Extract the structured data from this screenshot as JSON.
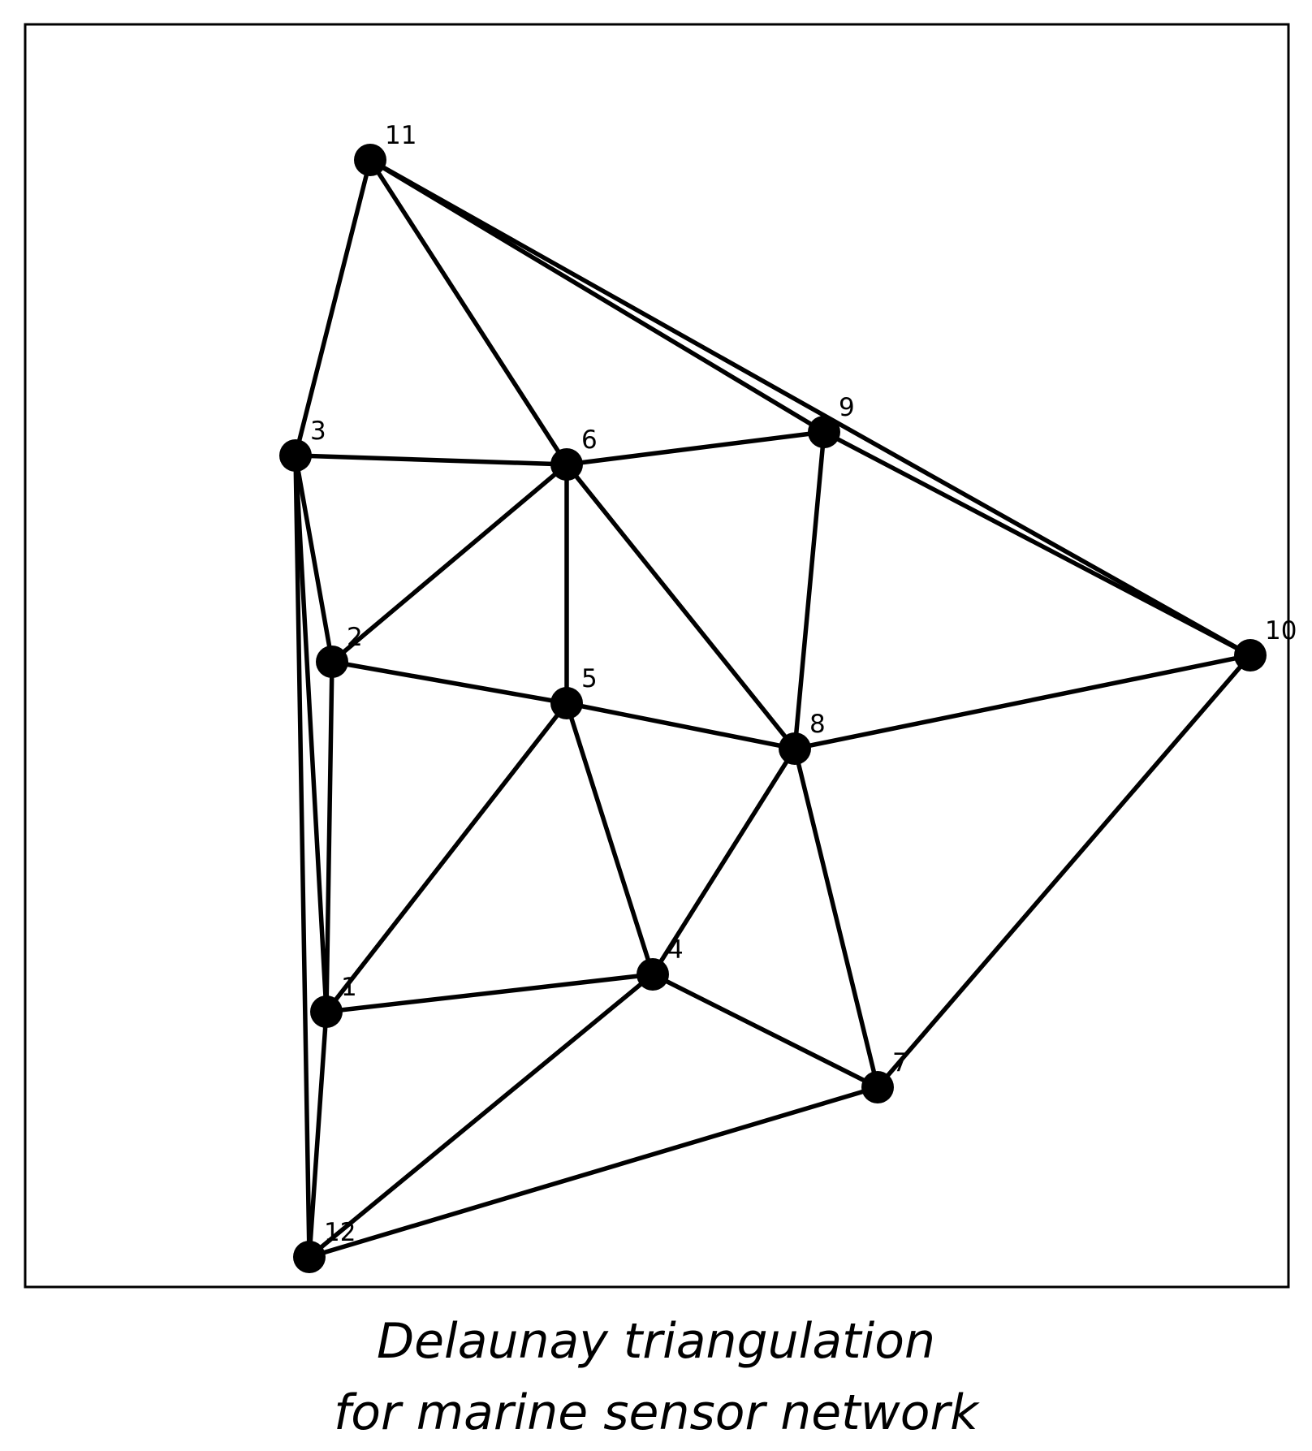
{
  "caption": {
    "line1": "Delaunay triangulation",
    "line2": "for marine sensor network"
  },
  "colors": {
    "edge": "#000000",
    "node": "#000000",
    "frame": "#000000",
    "background": "#ffffff"
  },
  "nodes": [
    {
      "id": "1",
      "label": "1"
    },
    {
      "id": "2",
      "label": "2"
    },
    {
      "id": "3",
      "label": "3"
    },
    {
      "id": "4",
      "label": "4"
    },
    {
      "id": "5",
      "label": "5"
    },
    {
      "id": "6",
      "label": "6"
    },
    {
      "id": "7",
      "label": "7"
    },
    {
      "id": "8",
      "label": "8"
    },
    {
      "id": "9",
      "label": "9"
    },
    {
      "id": "10",
      "label": "10"
    },
    {
      "id": "11",
      "label": "11"
    },
    {
      "id": "12",
      "label": "12"
    }
  ],
  "edges": [
    [
      "11",
      "3"
    ],
    [
      "11",
      "6"
    ],
    [
      "11",
      "9"
    ],
    [
      "11",
      "10"
    ],
    [
      "3",
      "6"
    ],
    [
      "3",
      "2"
    ],
    [
      "3",
      "1"
    ],
    [
      "3",
      "12"
    ],
    [
      "6",
      "9"
    ],
    [
      "6",
      "2"
    ],
    [
      "6",
      "5"
    ],
    [
      "6",
      "8"
    ],
    [
      "9",
      "8"
    ],
    [
      "9",
      "10"
    ],
    [
      "2",
      "5"
    ],
    [
      "2",
      "1"
    ],
    [
      "5",
      "8"
    ],
    [
      "5",
      "1"
    ],
    [
      "5",
      "4"
    ],
    [
      "8",
      "10"
    ],
    [
      "8",
      "4"
    ],
    [
      "8",
      "7"
    ],
    [
      "10",
      "7"
    ],
    [
      "1",
      "4"
    ],
    [
      "1",
      "12"
    ],
    [
      "4",
      "12"
    ],
    [
      "4",
      "7"
    ],
    [
      "12",
      "7"
    ]
  ]
}
